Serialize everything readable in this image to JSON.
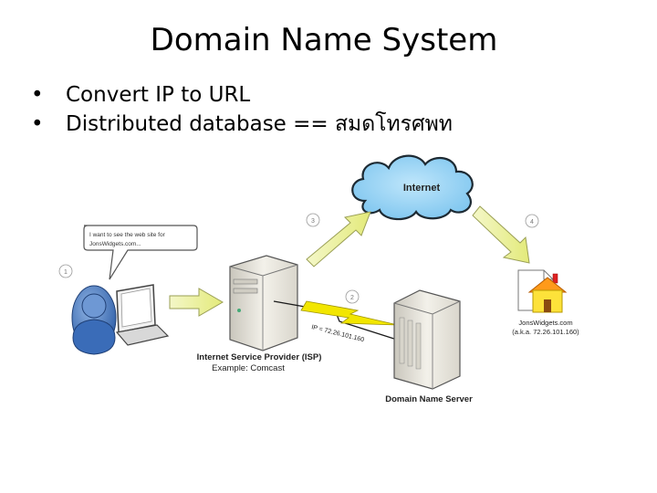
{
  "title": "Domain Name System",
  "bullets": [
    "Convert IP to URL",
    "Distributed database == สมดโทรศพท"
  ],
  "diagram": {
    "cloud_label": "Internet",
    "speech_bubble": [
      "I want to see the web site for",
      "JonsWidgets.com..."
    ],
    "isp_label": "Internet Service Provider (ISP)",
    "isp_example": "Example: Comcast",
    "dns_label": "Domain Name Server",
    "ip_text": "IP = 72.26.101.160",
    "website_name": "JonsWidgets.com",
    "website_alias": "(a.k.a. 72.26.101.160)",
    "steps": [
      "1",
      "2",
      "3",
      "4"
    ]
  }
}
